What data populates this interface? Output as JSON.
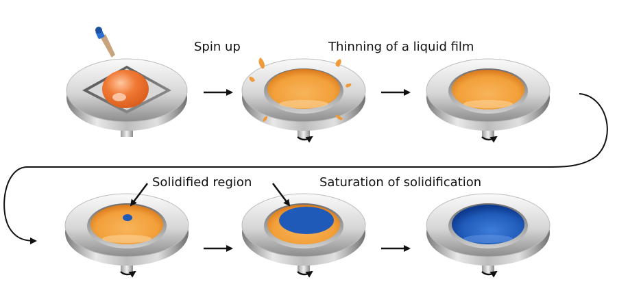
{
  "labels": {
    "spin_up": "Spin up",
    "thinning": "Thinning of a liquid film",
    "solidified_region": "Solidified region",
    "saturation": "Saturation of solidification"
  },
  "steps": [
    {
      "id": "dispense",
      "liquid": "orange",
      "substrate": true,
      "dropper": true
    },
    {
      "id": "spin-up",
      "liquid": "orange",
      "droplets": true,
      "rotation_arrow": true
    },
    {
      "id": "thinning",
      "liquid": "orange",
      "rotation_arrow": true
    },
    {
      "id": "nucleation",
      "liquid": "orange",
      "solid_fraction": 0.1,
      "rotation_arrow": true
    },
    {
      "id": "growth",
      "liquid": "orange",
      "solid_fraction": 0.75,
      "rotation_arrow": true
    },
    {
      "id": "saturated",
      "liquid": "blue",
      "solid_fraction": 1.0,
      "rotation_arrow": true
    }
  ],
  "colors": {
    "liquid": "#f2a03a",
    "liquid_dark": "#e07a1f",
    "solid": "#1f5ab8",
    "solid_dark": "#0e3b8f",
    "metal_light": "#f2f2f2",
    "metal_dark": "#9a9a9a",
    "arrow": "#111111",
    "dropper_cap": "#2a6fd1"
  }
}
